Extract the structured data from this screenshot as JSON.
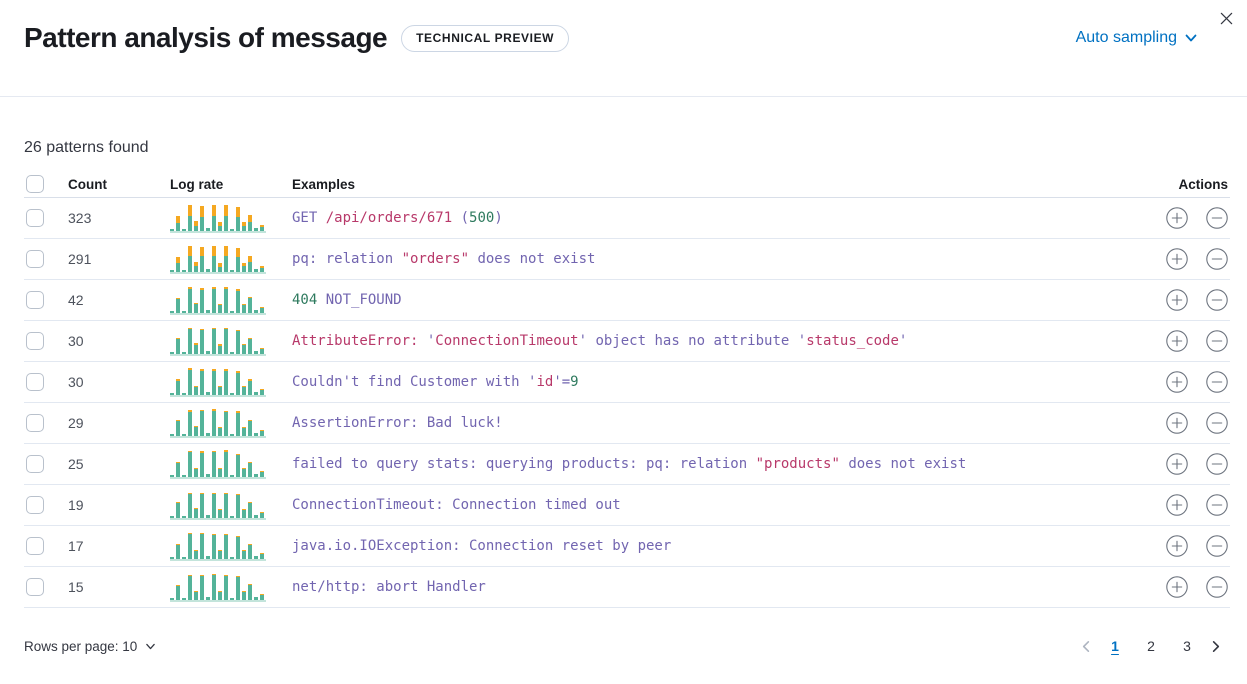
{
  "header": {
    "title": "Pattern analysis of message",
    "badge": "TECHNICAL PREVIEW",
    "sampling_label": "Auto sampling"
  },
  "summary": "26 patterns found",
  "colors": {
    "accent_blue": "#0071c2",
    "bar_green": "#54b399",
    "bar_orange": "#f5a821",
    "token_purple": "#7265b0",
    "token_crimson": "#b8396a",
    "token_green": "#2e7a5e"
  },
  "table": {
    "columns": {
      "count": "Count",
      "log_rate": "Log rate",
      "examples": "Examples",
      "actions": "Actions"
    },
    "rows": [
      {
        "count": "323",
        "bars": [
          [
            2,
            0
          ],
          [
            8,
            7
          ],
          [
            2,
            0
          ],
          [
            15,
            11
          ],
          [
            5,
            5
          ],
          [
            14,
            11
          ],
          [
            3,
            0
          ],
          [
            15,
            11
          ],
          [
            5,
            4
          ],
          [
            15,
            11
          ],
          [
            2,
            0
          ],
          [
            14,
            10
          ],
          [
            5,
            4
          ],
          [
            9,
            7
          ],
          [
            3,
            0
          ],
          [
            4,
            2
          ]
        ],
        "tokens": [
          {
            "t": "GET ",
            "c": "purple"
          },
          {
            "t": "/api/orders/671",
            "c": "crimson"
          },
          {
            "t": " (",
            "c": "purple"
          },
          {
            "t": "500",
            "c": "green"
          },
          {
            "t": ")",
            "c": "purple"
          }
        ]
      },
      {
        "count": "291",
        "bars": [
          [
            2,
            0
          ],
          [
            9,
            6
          ],
          [
            2,
            0
          ],
          [
            16,
            10
          ],
          [
            6,
            4
          ],
          [
            16,
            9
          ],
          [
            3,
            0
          ],
          [
            16,
            10
          ],
          [
            5,
            4
          ],
          [
            16,
            10
          ],
          [
            2,
            0
          ],
          [
            15,
            9
          ],
          [
            6,
            3
          ],
          [
            10,
            6
          ],
          [
            3,
            0
          ],
          [
            4,
            2
          ]
        ],
        "tokens": [
          {
            "t": "pq: relation ",
            "c": "purple"
          },
          {
            "t": "\"orders\"",
            "c": "crimson"
          },
          {
            "t": " does not exist",
            "c": "purple"
          }
        ]
      },
      {
        "count": "42",
        "bars": [
          [
            2,
            0
          ],
          [
            14,
            1
          ],
          [
            2,
            0
          ],
          [
            24,
            2
          ],
          [
            9,
            1
          ],
          [
            23,
            2
          ],
          [
            3,
            0
          ],
          [
            24,
            2
          ],
          [
            8,
            1
          ],
          [
            24,
            2
          ],
          [
            2,
            0
          ],
          [
            22,
            2
          ],
          [
            8,
            1
          ],
          [
            15,
            1
          ],
          [
            3,
            0
          ],
          [
            5,
            1
          ]
        ],
        "tokens": [
          {
            "t": "404",
            "c": "green"
          },
          {
            "t": " NOT_FOUND",
            "c": "purple"
          }
        ]
      },
      {
        "count": "30",
        "bars": [
          [
            2,
            0
          ],
          [
            15,
            1
          ],
          [
            2,
            0
          ],
          [
            25,
            1
          ],
          [
            9,
            2
          ],
          [
            24,
            1
          ],
          [
            3,
            0
          ],
          [
            25,
            1
          ],
          [
            8,
            2
          ],
          [
            25,
            1
          ],
          [
            2,
            0
          ],
          [
            23,
            1
          ],
          [
            9,
            1
          ],
          [
            15,
            1
          ],
          [
            3,
            0
          ],
          [
            5,
            1
          ]
        ],
        "tokens": [
          {
            "t": "AttributeError: ",
            "c": "crimson"
          },
          {
            "t": "'",
            "c": "purple"
          },
          {
            "t": "ConnectionTimeout",
            "c": "crimson"
          },
          {
            "t": "'",
            "c": "purple"
          },
          {
            "t": " object has no attribute ",
            "c": "purple"
          },
          {
            "t": "'",
            "c": "purple"
          },
          {
            "t": "status_code",
            "c": "crimson"
          },
          {
            "t": "'",
            "c": "purple"
          }
        ]
      },
      {
        "count": "30",
        "bars": [
          [
            2,
            0
          ],
          [
            14,
            2
          ],
          [
            2,
            0
          ],
          [
            25,
            2
          ],
          [
            8,
            1
          ],
          [
            24,
            2
          ],
          [
            3,
            0
          ],
          [
            24,
            2
          ],
          [
            8,
            1
          ],
          [
            24,
            2
          ],
          [
            2,
            0
          ],
          [
            22,
            2
          ],
          [
            8,
            1
          ],
          [
            14,
            2
          ],
          [
            3,
            0
          ],
          [
            5,
            1
          ]
        ],
        "tokens": [
          {
            "t": "Couldn't find Customer with ",
            "c": "purple"
          },
          {
            "t": "'",
            "c": "purple"
          },
          {
            "t": "id",
            "c": "crimson"
          },
          {
            "t": "'=",
            "c": "purple"
          },
          {
            "t": "9",
            "c": "green"
          }
        ]
      },
      {
        "count": "29",
        "bars": [
          [
            2,
            0
          ],
          [
            15,
            1
          ],
          [
            2,
            0
          ],
          [
            24,
            2
          ],
          [
            9,
            1
          ],
          [
            25,
            1
          ],
          [
            3,
            0
          ],
          [
            25,
            2
          ],
          [
            8,
            1
          ],
          [
            24,
            1
          ],
          [
            2,
            0
          ],
          [
            23,
            2
          ],
          [
            8,
            1
          ],
          [
            15,
            1
          ],
          [
            3,
            0
          ],
          [
            5,
            1
          ]
        ],
        "tokens": [
          {
            "t": "AssertionError: Bad luck!",
            "c": "purple"
          }
        ]
      },
      {
        "count": "25",
        "bars": [
          [
            2,
            0
          ],
          [
            14,
            1
          ],
          [
            2,
            0
          ],
          [
            25,
            1
          ],
          [
            8,
            1
          ],
          [
            24,
            2
          ],
          [
            3,
            0
          ],
          [
            25,
            1
          ],
          [
            8,
            1
          ],
          [
            25,
            2
          ],
          [
            2,
            0
          ],
          [
            22,
            1
          ],
          [
            8,
            1
          ],
          [
            14,
            1
          ],
          [
            3,
            0
          ],
          [
            5,
            1
          ]
        ],
        "tokens": [
          {
            "t": "failed to query stats: querying products: pq: relation ",
            "c": "purple"
          },
          {
            "t": "\"products\"",
            "c": "crimson"
          },
          {
            "t": " does not exist",
            "c": "purple"
          }
        ]
      },
      {
        "count": "19",
        "bars": [
          [
            2,
            0
          ],
          [
            15,
            1
          ],
          [
            2,
            0
          ],
          [
            24,
            1
          ],
          [
            9,
            1
          ],
          [
            24,
            1
          ],
          [
            3,
            0
          ],
          [
            24,
            1
          ],
          [
            8,
            1
          ],
          [
            24,
            1
          ],
          [
            2,
            0
          ],
          [
            23,
            1
          ],
          [
            8,
            1
          ],
          [
            15,
            1
          ],
          [
            3,
            0
          ],
          [
            5,
            1
          ]
        ],
        "tokens": [
          {
            "t": "ConnectionTimeout: Connection timed out",
            "c": "purple"
          }
        ]
      },
      {
        "count": "17",
        "bars": [
          [
            2,
            0
          ],
          [
            14,
            1
          ],
          [
            2,
            0
          ],
          [
            25,
            1
          ],
          [
            8,
            1
          ],
          [
            25,
            1
          ],
          [
            3,
            0
          ],
          [
            24,
            1
          ],
          [
            8,
            1
          ],
          [
            24,
            1
          ],
          [
            2,
            0
          ],
          [
            22,
            1
          ],
          [
            8,
            1
          ],
          [
            14,
            1
          ],
          [
            3,
            0
          ],
          [
            5,
            1
          ]
        ],
        "tokens": [
          {
            "t": "java.io.IOException: Connection reset by peer",
            "c": "purple"
          }
        ]
      },
      {
        "count": "15",
        "bars": [
          [
            2,
            0
          ],
          [
            14,
            1
          ],
          [
            2,
            0
          ],
          [
            24,
            1
          ],
          [
            8,
            1
          ],
          [
            24,
            1
          ],
          [
            3,
            0
          ],
          [
            25,
            1
          ],
          [
            8,
            1
          ],
          [
            24,
            1
          ],
          [
            2,
            0
          ],
          [
            23,
            1
          ],
          [
            8,
            1
          ],
          [
            15,
            1
          ],
          [
            3,
            0
          ],
          [
            5,
            1
          ]
        ],
        "tokens": [
          {
            "t": "net/http: abort Handler",
            "c": "purple"
          }
        ]
      }
    ]
  },
  "footer": {
    "rows_per_page_label": "Rows per page: 10",
    "pagination": {
      "pages": [
        "1",
        "2",
        "3"
      ],
      "active": "1"
    }
  }
}
